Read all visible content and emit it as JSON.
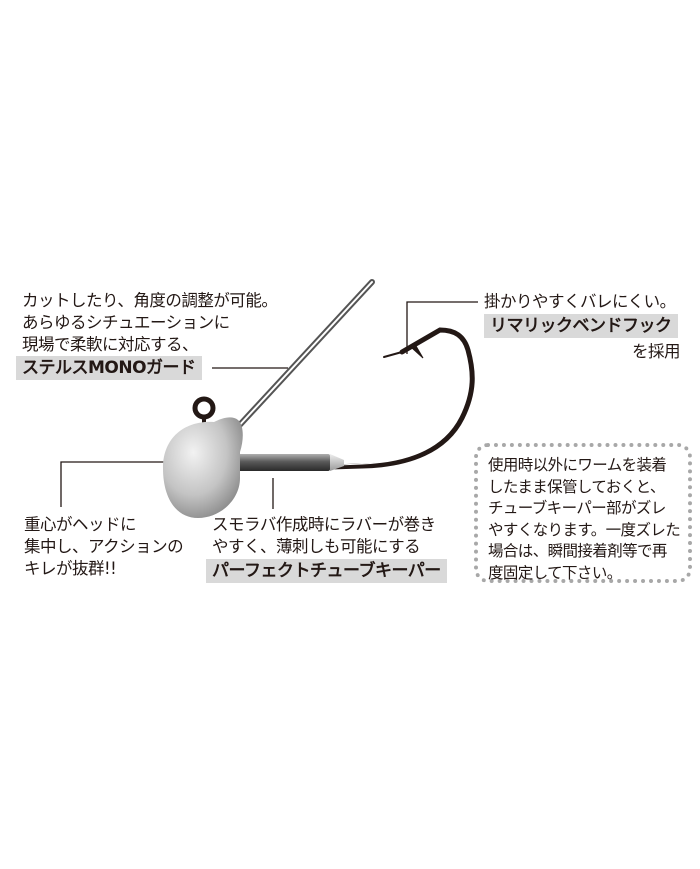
{
  "callouts": {
    "guard": {
      "desc_lines": [
        "カットしたり、角度の調整が可能。",
        "あらゆるシチュエーションに",
        "現場で柔軟に対応する、"
      ],
      "label": "ステルスMONOガード"
    },
    "hook": {
      "desc_line": "掛かりやすくバレにくい。",
      "label": "リマリックベンドフック",
      "suffix": "を採用"
    },
    "head": {
      "desc_lines": [
        "重心がヘッドに",
        "集中し、アクションの",
        "キレが抜群!!"
      ]
    },
    "tube": {
      "desc_lines": [
        "スモラバ作成時にラバーが巻き",
        "やすく、薄刺しも可能にする"
      ],
      "label": "パーフェクトチューブキーパー"
    }
  },
  "note": {
    "lines": [
      "使用時以外にワームを装着",
      "したまま保管しておくと、",
      "チューブキーパー部がズレ",
      "やすくなります。一度ズレた",
      "場合は、瞬間接着剤等で再",
      "度固定して下さい。"
    ]
  },
  "colors": {
    "label_bg": "#d9d9d9",
    "text": "#231815",
    "note_border": "#a8a8a8"
  }
}
